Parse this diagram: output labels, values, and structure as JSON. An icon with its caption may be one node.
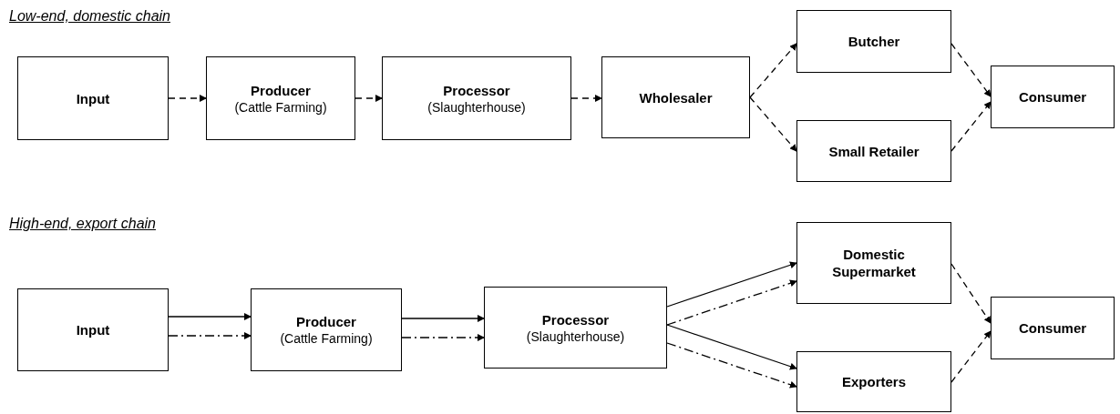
{
  "diagram": {
    "nodes": [
      {
        "text": [
          "Input"
        ]
      },
      {
        "text": [
          "Producer",
          "(Cattle Farming)"
        ]
      },
      {
        "text": [
          "Processor",
          "(Slaughterhouse)"
        ]
      },
      {
        "text": [
          "Wholesaler"
        ]
      },
      {
        "text": [
          "Butcher"
        ]
      },
      {
        "text": [
          "Small Retailer"
        ]
      },
      {
        "text": [
          "Consumer"
        ]
      },
      {
        "text": [
          "Input"
        ]
      },
      {
        "text": [
          "Producer",
          "(Cattle Farming)"
        ]
      },
      {
        "text": [
          "Processor",
          "(Slaughterhouse)"
        ]
      },
      {
        "text": [
          "Domestic Supermarket"
        ]
      },
      {
        "text": [
          "Consumer"
        ]
      },
      {
        "text": [
          "Exporters"
        ]
      }
    ],
    "edges": [
      {
        "from": 0,
        "to": 1,
        "arrow": "to",
        "style": "dashed"
      },
      {
        "from": 1,
        "to": 2,
        "arrow": "to",
        "style": "dashed"
      },
      {
        "from": 2,
        "to": 3,
        "arrow": "to",
        "style": "dashed"
      },
      {
        "from": 3,
        "to": 4,
        "arrow": "to",
        "style": "dashed"
      },
      {
        "from": 3,
        "to": 5,
        "arrow": "to",
        "style": "dashed"
      },
      {
        "from": 4,
        "to": 6,
        "arrow": "to",
        "style": "dashed"
      },
      {
        "from": 5,
        "to": 6,
        "arrow": "to",
        "style": "dashed"
      },
      {
        "from": 7,
        "to": 8,
        "arrow": "to"
      },
      {
        "from": 7,
        "to": 8,
        "arrow": "to",
        "style": "dashed"
      },
      {
        "from": 8,
        "to": 9,
        "arrow": "to"
      },
      {
        "from": 8,
        "to": 9,
        "arrow": "to",
        "style": "dashed"
      },
      {
        "from": 9,
        "to": 10,
        "arrow": "to"
      },
      {
        "from": 9,
        "to": 10,
        "arrow": "to",
        "style": "dashed"
      },
      {
        "from": 9,
        "to": 12,
        "arrow": "to"
      },
      {
        "from": 9,
        "to": 12,
        "arrow": "to",
        "style": "dashed"
      },
      {
        "from": 10,
        "to": 11,
        "arrow": "to",
        "style": "dashed"
      },
      {
        "from": 12,
        "to": 11,
        "arrow": "to",
        "style": "dashed"
      }
    ],
    "labels": [
      "Low-end, domestic chain",
      "High-end, export chain"
    ]
  }
}
